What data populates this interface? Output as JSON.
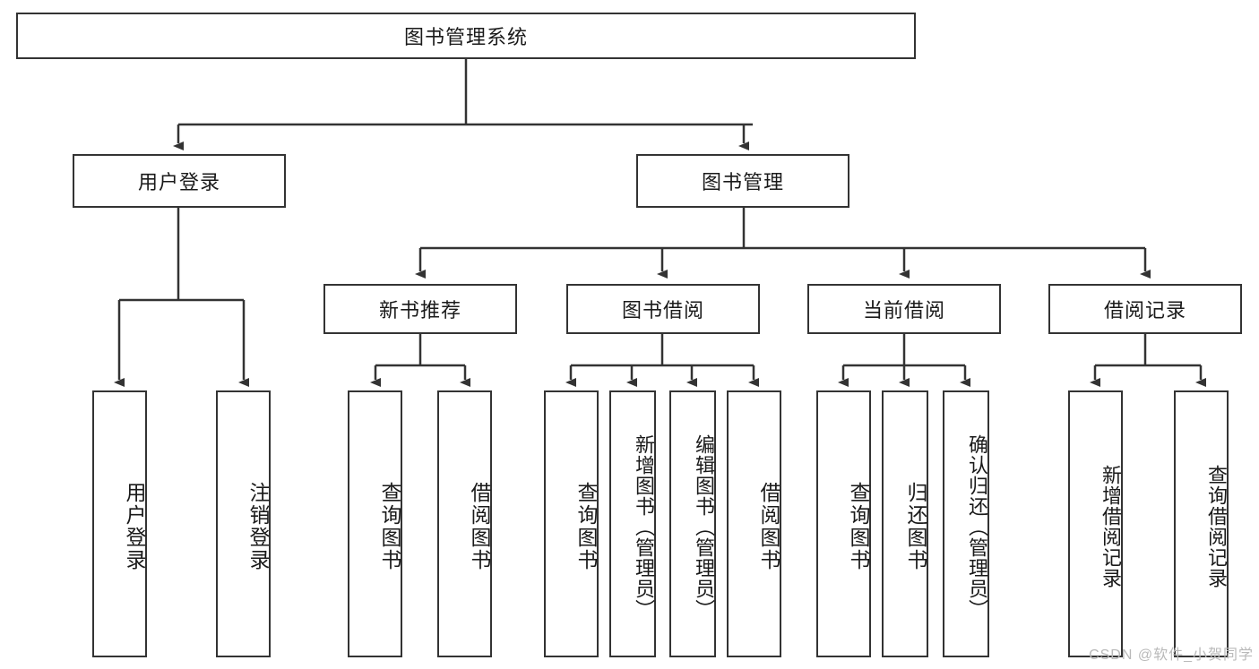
{
  "diagram": {
    "title": "图书管理系统",
    "type": "tree",
    "root": {
      "label": "图书管理系统"
    },
    "level1": [
      {
        "label": "用户登录"
      },
      {
        "label": "图书管理"
      }
    ],
    "level2": [
      {
        "label": "新书推荐"
      },
      {
        "label": "图书借阅"
      },
      {
        "label": "当前借阅"
      },
      {
        "label": "借阅记录"
      }
    ],
    "leaves": {
      "user_login": [
        {
          "label": "用户登录"
        },
        {
          "label": "注销登录"
        }
      ],
      "new_book_recommend": [
        {
          "label": "查询图书"
        },
        {
          "label": "借阅图书"
        }
      ],
      "book_borrow": [
        {
          "label": "查询图书"
        },
        {
          "label": "新增图书（管理员）"
        },
        {
          "label": "编辑图书（管理员）"
        },
        {
          "label": "借阅图书"
        }
      ],
      "current_borrow": [
        {
          "label": "查询图书"
        },
        {
          "label": "归还图书"
        },
        {
          "label": "确认归还（管理员）"
        }
      ],
      "borrow_record": [
        {
          "label": "新增借阅记录"
        },
        {
          "label": "查询借阅记录"
        }
      ]
    }
  },
  "watermark": {
    "text": "CSDN @软件_小贺同学"
  },
  "colors": {
    "border": "#333333",
    "fill": "#ffffff",
    "text": "#1a1a1a",
    "watermark": "#b9b9b9"
  }
}
